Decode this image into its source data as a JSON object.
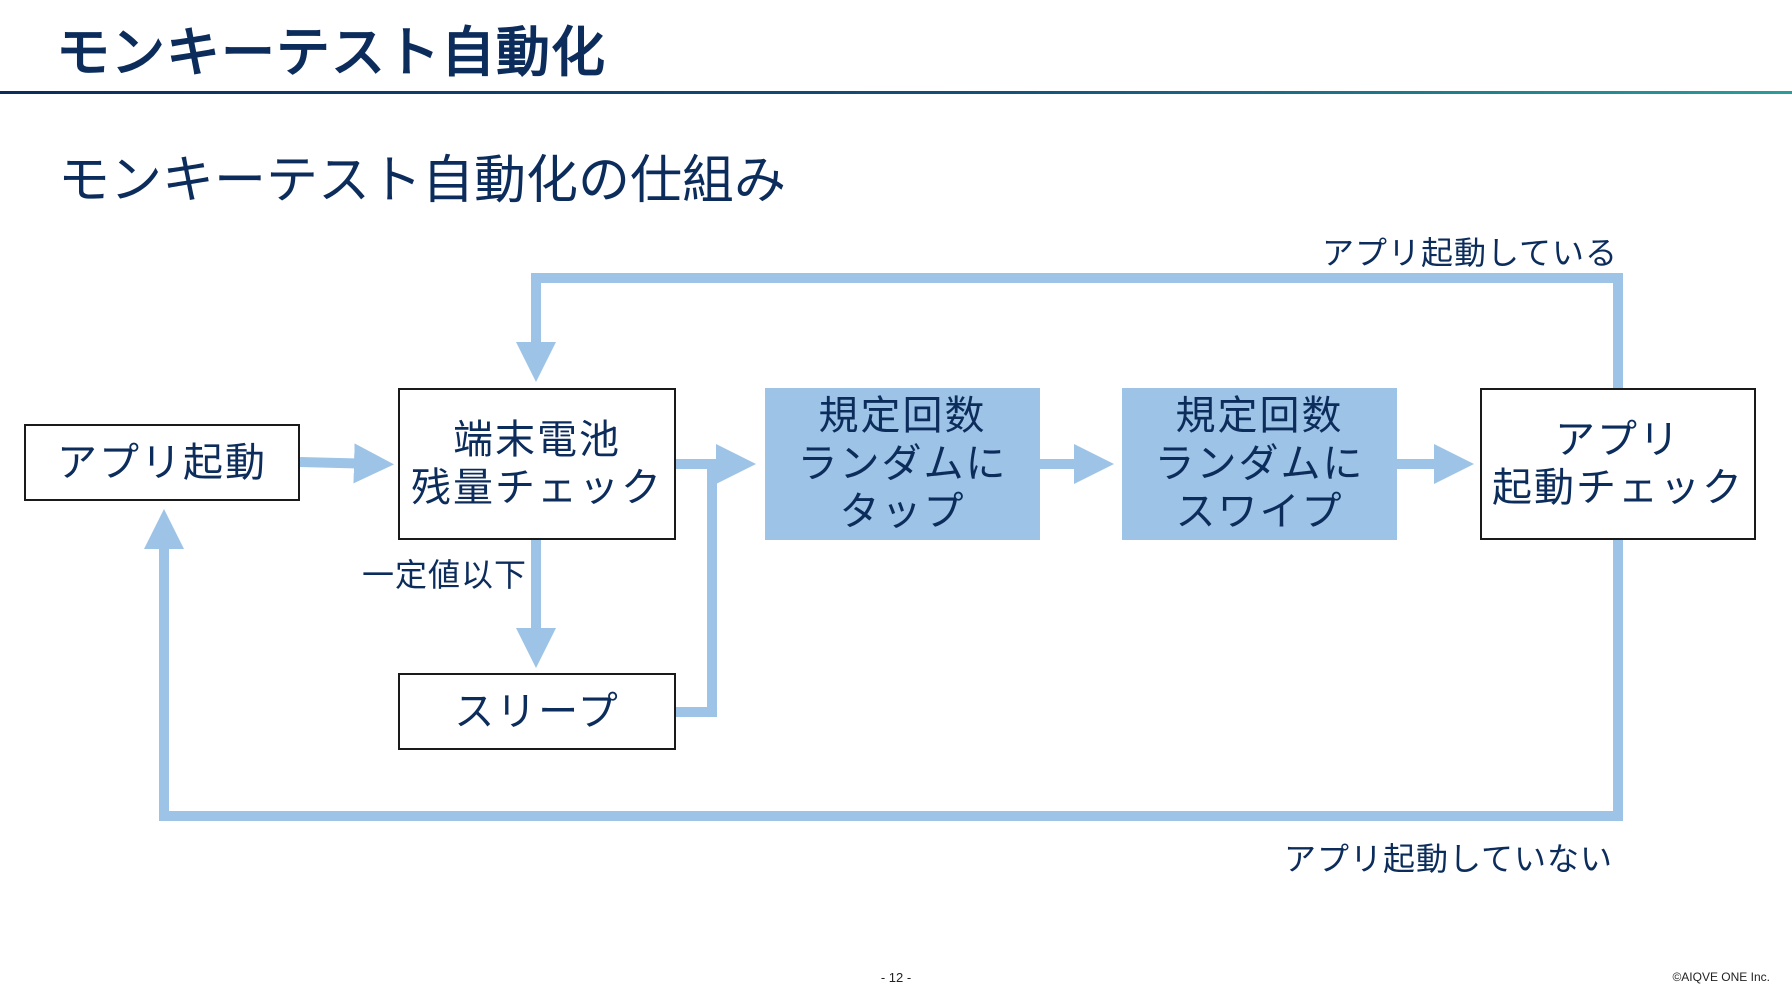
{
  "header": {
    "title": "モンキーテスト自動化"
  },
  "main": {
    "subtitle": "モンキーテスト自動化の仕組み"
  },
  "diagram": {
    "nodes": {
      "launch_app": "アプリ起動",
      "battery_check": [
        "端末電池",
        "残量チェック"
      ],
      "sleep": "スリープ",
      "random_tap": [
        "規定回数",
        "ランダムに",
        "タップ"
      ],
      "random_swipe": [
        "規定回数",
        "ランダムに",
        "スワイプ"
      ],
      "app_running_check": [
        "アプリ",
        "起動チェック"
      ]
    },
    "edge_labels": {
      "below_threshold": "一定値以下",
      "app_running": "アプリ起動している",
      "app_not_running": "アプリ起動していない"
    },
    "colors": {
      "arrow": "#9dc3e6",
      "filled_box": "#9dc3e6",
      "text": "#0c2d5c",
      "box_border": "#1a1a1a"
    }
  },
  "footer": {
    "page_number": "- 12 -",
    "copyright": "©AIQVE ONE Inc."
  }
}
